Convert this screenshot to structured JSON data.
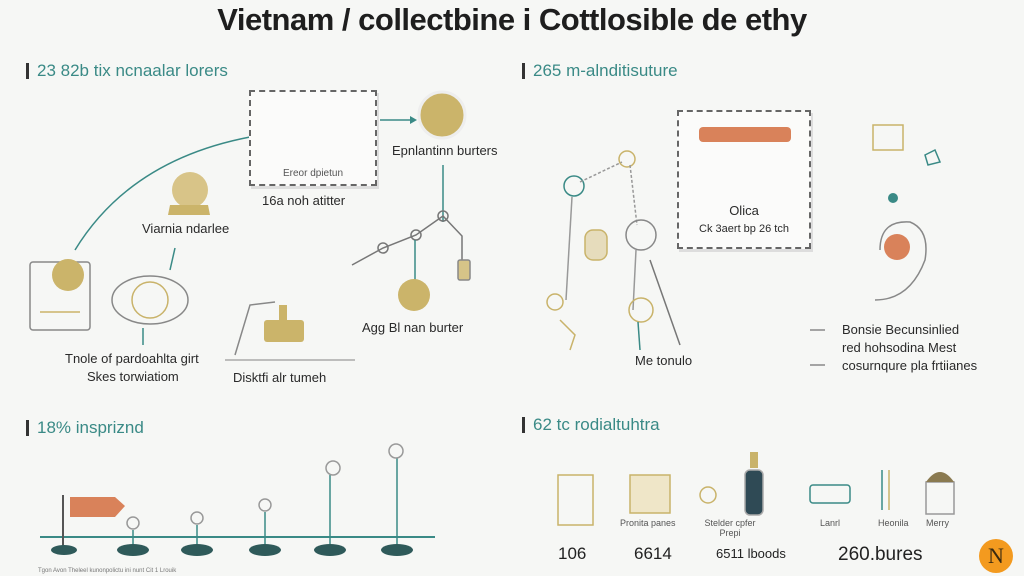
{
  "title": "Vietnam / collectbine i Cottlosible de ethy",
  "sections": {
    "top_left": {
      "heading": "23 82b tix ncnaalar lorers",
      "box_caption": "Ereor dpietun",
      "box_sub": "16a noh atitter",
      "coin_label": "Epnlantinn burters",
      "seal_label": "Viarnia ndarlee",
      "pouch_label_1": "Tnole of pardoahlta girt",
      "pouch_label_2": "Skes torwiatiom",
      "stamp_label": "Disktfi alr tumeh",
      "coin2_label": "Agg Bl nan burter"
    },
    "top_right": {
      "heading": "265 m-alnditisuture",
      "box_title": "Olica",
      "box_sub": "Ck 3aert bp 26 tch",
      "node_label": "Me tonulo",
      "legend": [
        "Bonsie Becunsinlied",
        "red hohsodina Mest",
        "cosurnqure pla frtiianes"
      ]
    },
    "bottom_left": {
      "heading": "18% inspriznd",
      "footnote": "Tgon Avon Theleel kunonpolictu ini nunt Cit 1 Lrouik"
    },
    "bottom_right": {
      "heading": "62 tc rodialtuhtra",
      "items": [
        {
          "label": "Pronita panes",
          "value": "106"
        },
        {
          "label": "Stelder cpfer Prepi",
          "value": "6614"
        },
        {
          "label": "",
          "value": "6511 lboods"
        },
        {
          "label": "Lanrl",
          "value": "260.bures"
        },
        {
          "label": "Heonila",
          "value": ""
        },
        {
          "label": "Merry",
          "value": ""
        }
      ]
    }
  },
  "logo": "N",
  "colors": {
    "teal": "#3a8a86",
    "gold": "#c9b36a",
    "orange": "#d9825a"
  }
}
